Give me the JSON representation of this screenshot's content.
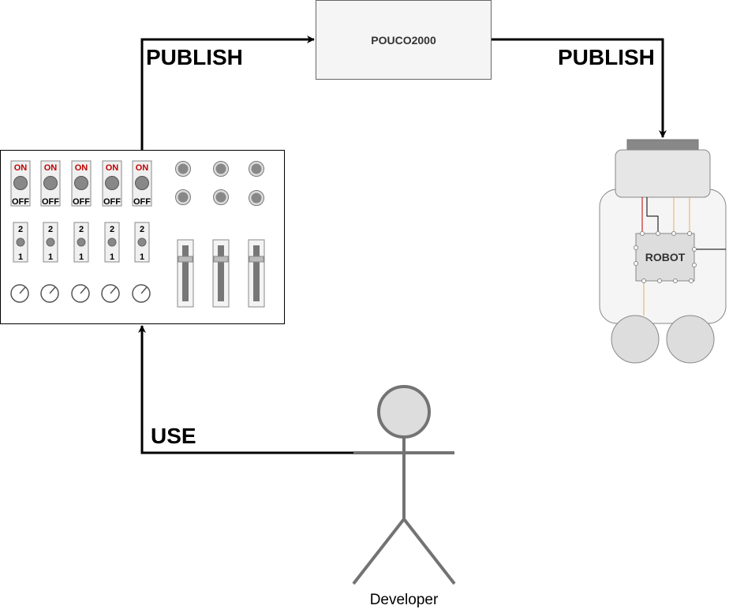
{
  "diagram": {
    "publish_label_left": "PUBLISH",
    "publish_label_right": "PUBLISH",
    "use_label": "USE",
    "server_box_label": "POUCO2000",
    "robot_label": "ROBOT",
    "actor_label": "Developer",
    "controller": {
      "toggle_switches": [
        {
          "on": "ON",
          "off": "OFF"
        },
        {
          "on": "ON",
          "off": "OFF"
        },
        {
          "on": "ON",
          "off": "OFF"
        },
        {
          "on": "ON",
          "off": "OFF"
        },
        {
          "on": "ON",
          "off": "OFF"
        }
      ],
      "dip_switches": [
        {
          "top": "2",
          "bottom": "1"
        },
        {
          "top": "2",
          "bottom": "1"
        },
        {
          "top": "2",
          "bottom": "1"
        },
        {
          "top": "2",
          "bottom": "1"
        },
        {
          "top": "2",
          "bottom": "1"
        }
      ]
    },
    "colors": {
      "arrow": "#000000",
      "box_fill": "#f5f5f5",
      "box_stroke": "#666666",
      "on_text": "#c00000",
      "actor": "#737373"
    }
  }
}
